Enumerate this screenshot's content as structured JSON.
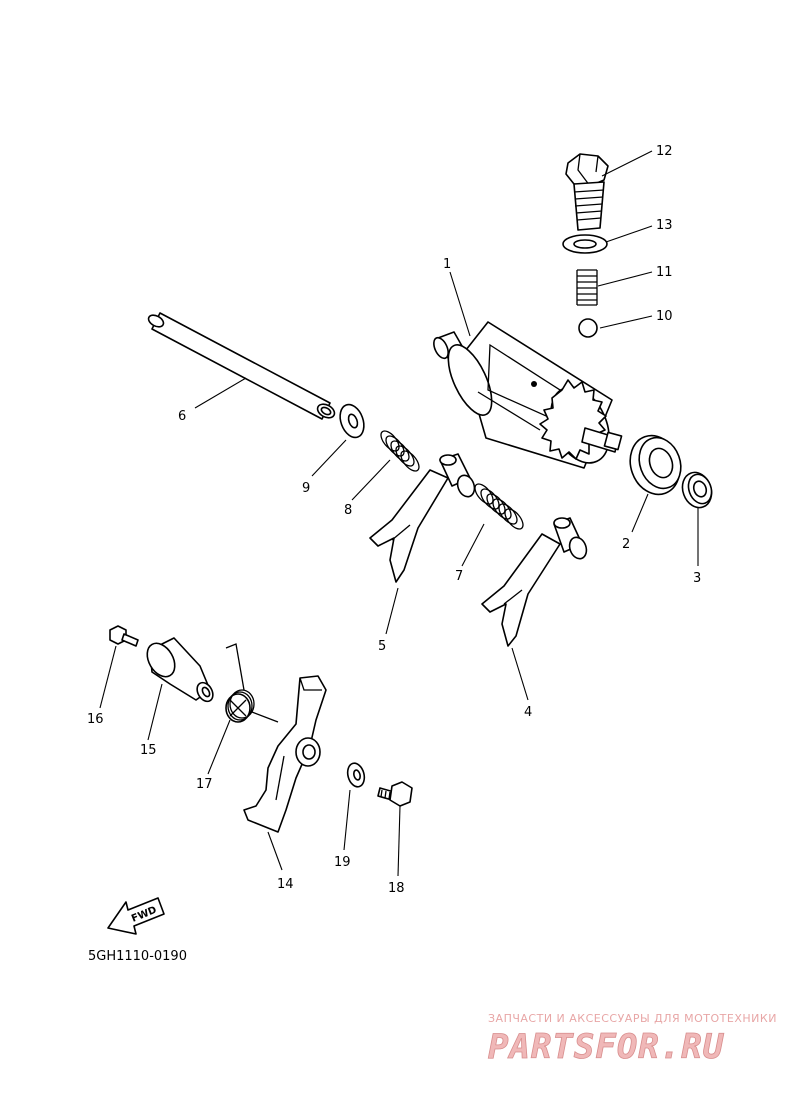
{
  "diagram_code": "5GH1110-0190",
  "direction_arrow_label": "FWD",
  "callouts": [
    "1",
    "2",
    "3",
    "4",
    "5",
    "6",
    "7",
    "8",
    "9",
    "10",
    "11",
    "12",
    "13",
    "14",
    "15",
    "16",
    "17",
    "18",
    "19"
  ],
  "watermark": {
    "tagline": "ЗАПЧАСТИ И АКСЕССУАРЫ ДЛЯ МОТОТЕХНИКИ",
    "logo": "PARTSFOR.RU",
    "color": "#e8a6a6"
  }
}
